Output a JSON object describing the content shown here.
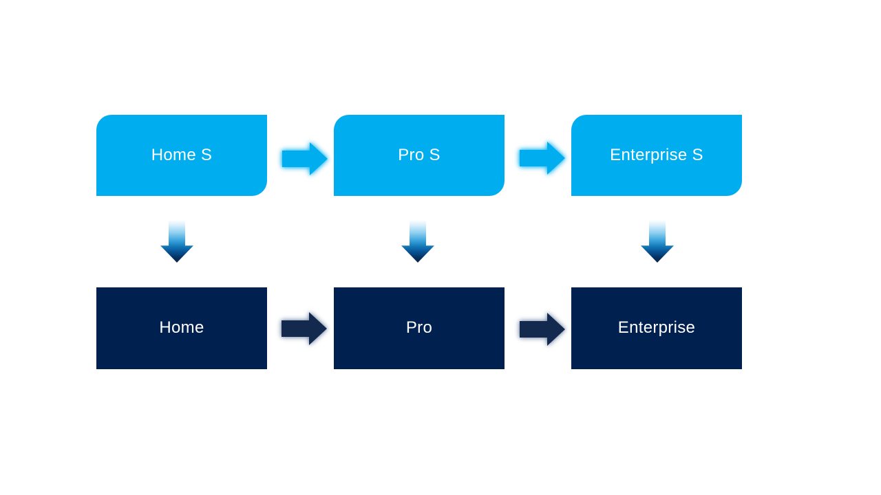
{
  "diagram": {
    "type": "process-comparison",
    "columns": [
      {
        "top_label": "Home S",
        "bottom_label": "Home"
      },
      {
        "top_label": "Pro S",
        "bottom_label": "Pro"
      },
      {
        "top_label": "Enterprise S",
        "bottom_label": "Enterprise"
      }
    ],
    "connectors": {
      "top_row_right_arrows": 2,
      "bottom_row_right_arrows": 2,
      "down_arrows": 3
    },
    "colors": {
      "background": "#FFFFFF",
      "top_box_fill": "#00AEEF",
      "bottom_box_fill": "#00214F",
      "cyan_arrow_fill": "#00AEEF",
      "navy_arrow_fill": "#13294D",
      "label_text": "#FFFFFF",
      "down_arrow_gradient_top": "#FFFFFF",
      "down_arrow_gradient_mid": "#3BA4DC",
      "down_arrow_gradient_bottom": "#0A2344"
    }
  }
}
